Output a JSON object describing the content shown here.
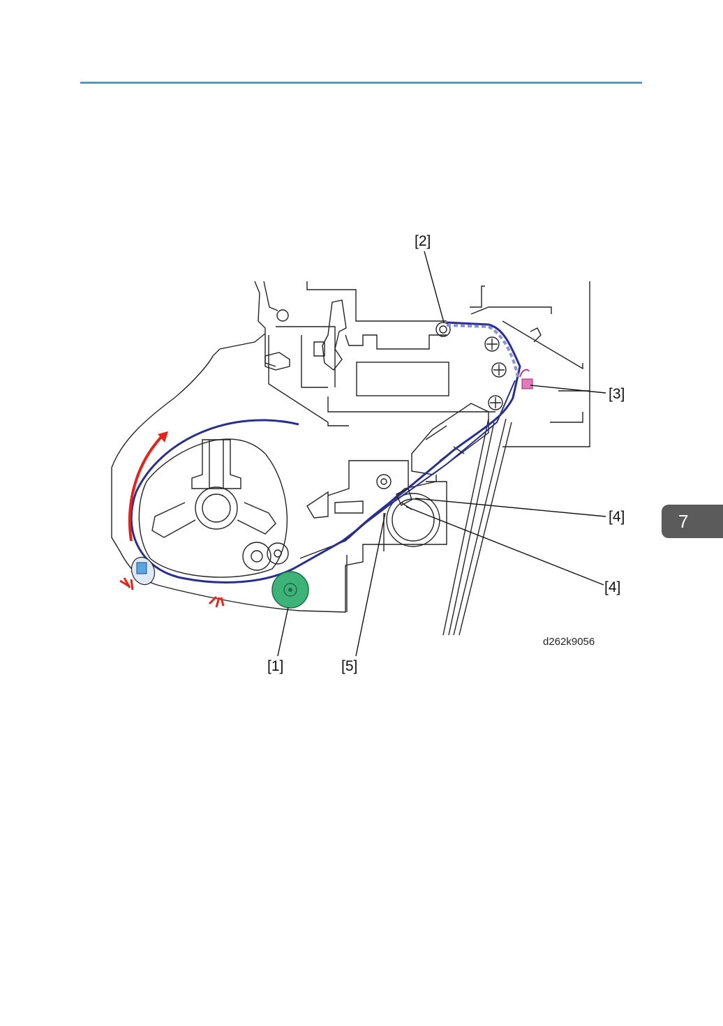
{
  "page": {
    "chapter_tab": "7"
  },
  "figure": {
    "id": "d262k9056",
    "callouts": {
      "c1": "[1]",
      "c2": "[2]",
      "c3": "[3]",
      "c4a": "[4]",
      "c4b": "[4]",
      "c5": "[5]"
    },
    "colors": {
      "paper_path": "#2a2f8f",
      "rotation_arrow": "#e3241b",
      "roller_green": "#3db37a",
      "sensor_pink": "#e07ab8",
      "sensor_blue": "#5aa6e0",
      "header_rule": "#3ea0d4"
    }
  }
}
